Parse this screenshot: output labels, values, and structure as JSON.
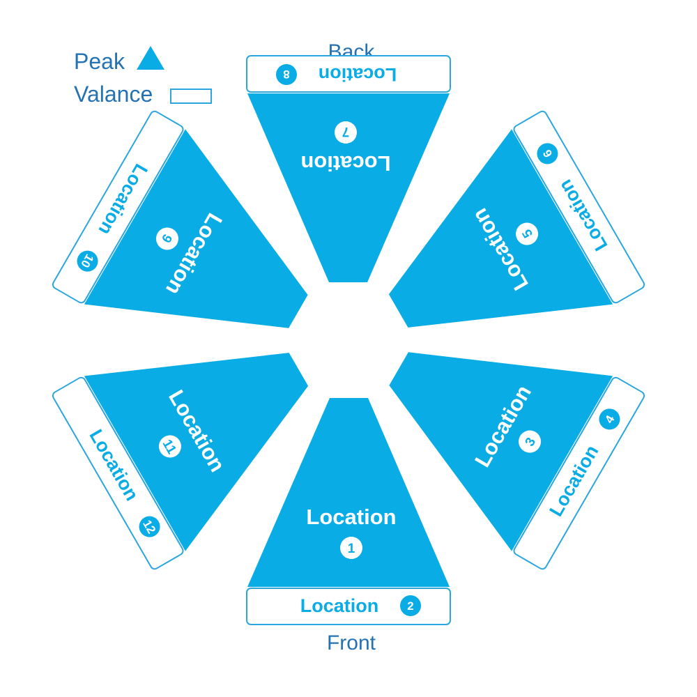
{
  "legend": {
    "peak_label": "Peak",
    "valance_label": "Valance"
  },
  "orientation": {
    "back_label": "Back",
    "front_label": "Front"
  },
  "colors": {
    "panel_fill": "#0aace6",
    "outline": "#2aa5e0",
    "text_blue": "#2472b3",
    "background": "#ffffff"
  },
  "panels": [
    {
      "position": "front",
      "peak": {
        "word": "Location",
        "number": "1"
      },
      "valance": {
        "word": "Location",
        "number": "2"
      }
    },
    {
      "position": "front-right",
      "peak": {
        "word": "Location",
        "number": "3"
      },
      "valance": {
        "word": "Location",
        "number": "4"
      }
    },
    {
      "position": "back-right",
      "peak": {
        "word": "Location",
        "number": "5"
      },
      "valance": {
        "word": "Location",
        "number": "6"
      }
    },
    {
      "position": "back",
      "peak": {
        "word": "Location",
        "number": "7"
      },
      "valance": {
        "word": "Location",
        "number": "8"
      }
    },
    {
      "position": "back-left",
      "peak": {
        "word": "Location",
        "number": "9"
      },
      "valance": {
        "word": "Location",
        "number": "10"
      }
    },
    {
      "position": "front-left",
      "peak": {
        "word": "Location",
        "number": "11"
      },
      "valance": {
        "word": "Location",
        "number": "12"
      }
    }
  ]
}
